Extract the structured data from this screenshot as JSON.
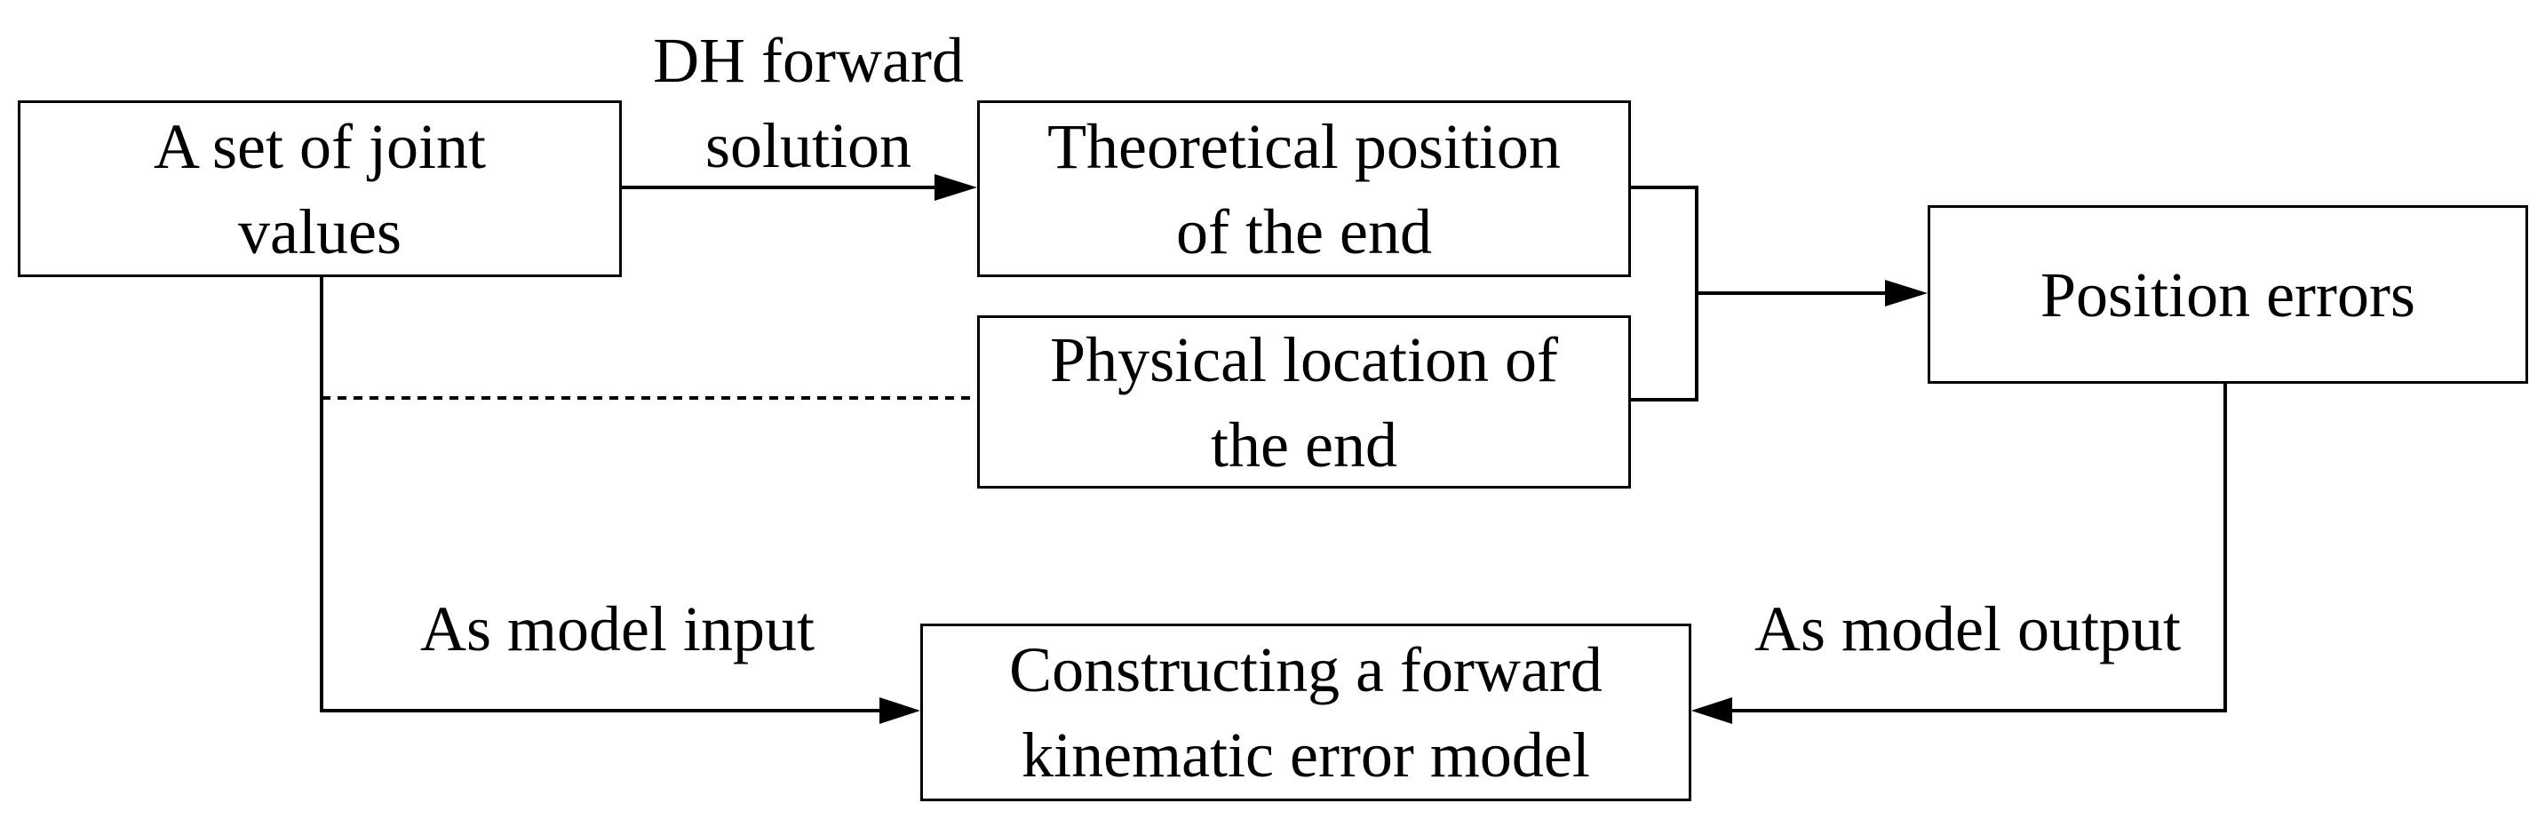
{
  "nodes": {
    "joint_values": [
      "A set of joint",
      "values"
    ],
    "theoretical_position": [
      "Theoretical position",
      "of the end"
    ],
    "physical_location": [
      "Physical location of",
      "the end"
    ],
    "position_errors": [
      "Position errors"
    ],
    "error_model": [
      "Constructing a forward",
      "kinematic error model"
    ]
  },
  "edge_labels": {
    "dh_forward": [
      "DH forward",
      "solution"
    ],
    "model_input": "As model input",
    "model_output": "As model output"
  },
  "colors": {
    "stroke": "#000000",
    "background": "#ffffff"
  }
}
